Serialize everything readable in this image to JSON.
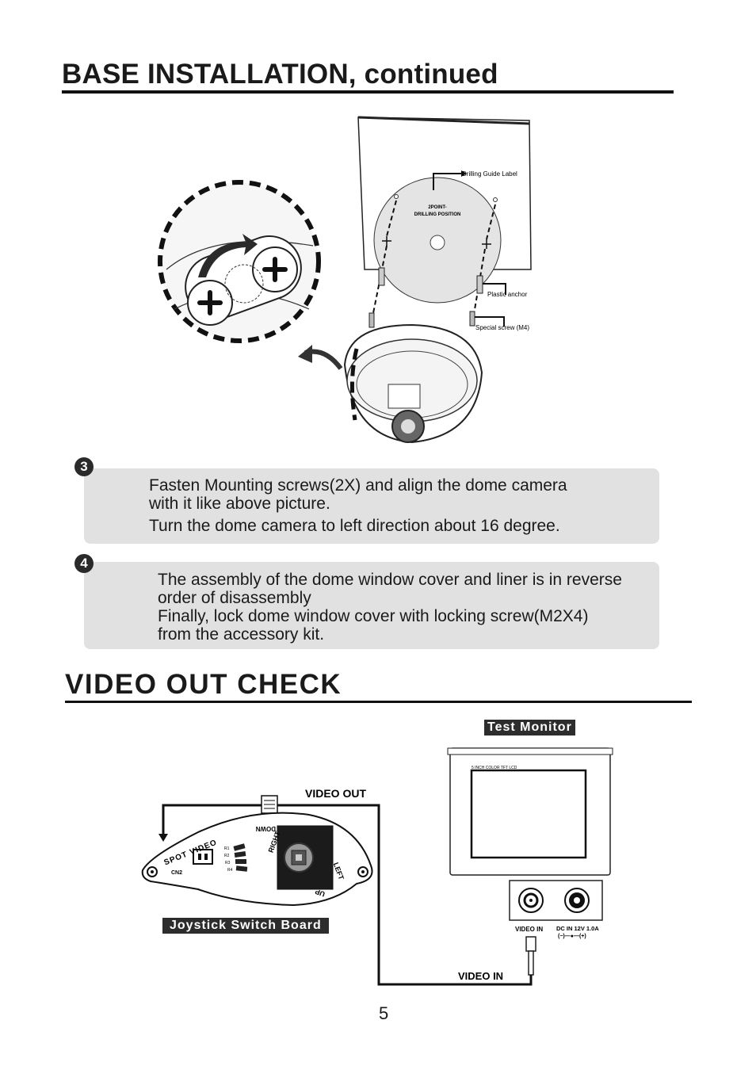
{
  "section1": {
    "title": "BASE INSTALLATION, continued",
    "figure_labels": {
      "drilling_guide": "Drilling Guide Label",
      "two_point": "2POINT-",
      "drilling_position": "DRILLING POSITION",
      "plastic_anchor": "Plastic anchor",
      "special_screw": "Special screw (M4)"
    },
    "steps": [
      {
        "number": "3",
        "lines": [
          "Fasten Mounting screws(2X) and align the dome camera",
          "with it like above picture.",
          "Turn the dome camera to left direction about 16 degree."
        ]
      },
      {
        "number": "4",
        "lines": [
          "The assembly of the dome window cover and liner is in reverse",
          "order of disassembly",
          "Finally, lock dome window cover with locking screw(M2X4)",
          "from the accessory kit."
        ]
      }
    ]
  },
  "section2": {
    "title": "VIDEO OUT CHECK",
    "labels": {
      "test_monitor": "Test Monitor",
      "lcd": "5 INCH COLOR TFT LCD",
      "video_out": "VIDEO OUT",
      "video_in_cable": "VIDEO IN",
      "video_in_port": "VIDEO IN",
      "dc_in": "DC IN 12V 1.0A",
      "polarity": "(−)—●—(+)",
      "joystick_board": "Joystick Switch Board",
      "spot_video": "SPOT VIDEO",
      "cn2": "CN2",
      "down": "DOWN",
      "right": "RIGHT",
      "left": "LEFT",
      "up": "UP",
      "r1": "R1",
      "r2": "R2",
      "r3": "R3",
      "r4": "R4"
    }
  },
  "page_number": "5"
}
